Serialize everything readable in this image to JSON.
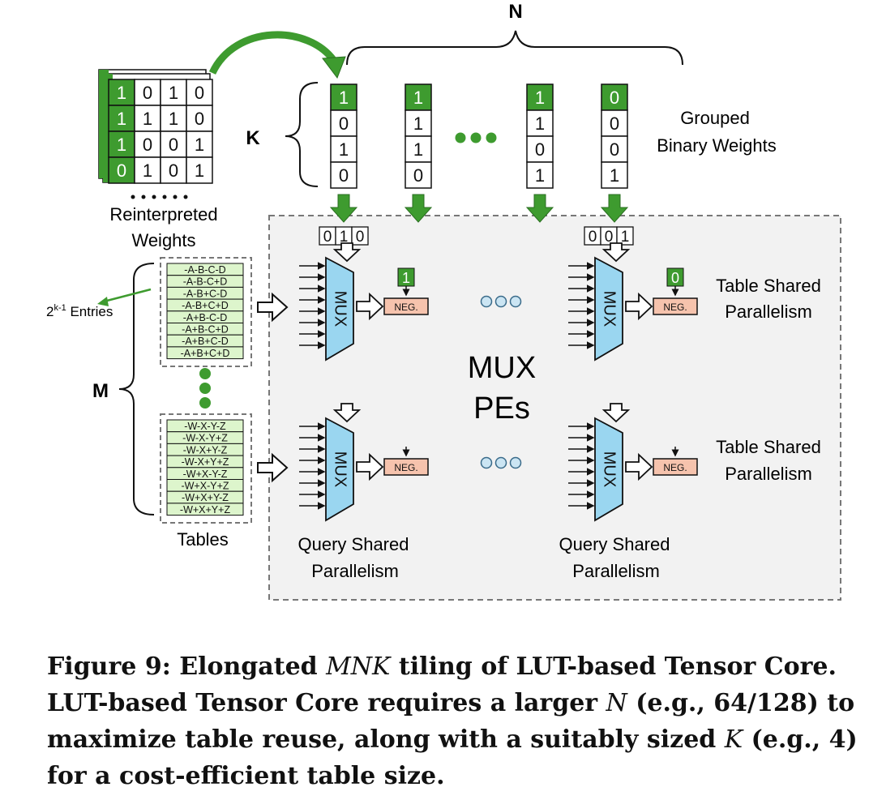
{
  "labels": {
    "n": "N",
    "k": "K",
    "m": "M",
    "grouped_line1": "Grouped",
    "grouped_line2": "Binary Weights",
    "reinterp_line1": "Reinterpreted",
    "reinterp_line2": "Weights",
    "entries_base": "2",
    "entries_exp": "k-1",
    "entries_suffix": " Entries",
    "tables": "Tables",
    "mux_pes_line1": "MUX",
    "mux_pes_line2": "PEs",
    "table_shared_line1": "Table Shared",
    "table_shared_line2": "Parallelism",
    "query_shared_line1": "Query Shared",
    "query_shared_line2": "Parallelism",
    "mux": "MUX",
    "neg": "NEG."
  },
  "reinterpreted_matrix": [
    [
      "1",
      "0",
      "1",
      "0"
    ],
    [
      "1",
      "1",
      "1",
      "0"
    ],
    [
      "1",
      "0",
      "0",
      "1"
    ],
    [
      "0",
      "1",
      "0",
      "1"
    ]
  ],
  "weight_columns": [
    [
      "1",
      "0",
      "1",
      "0"
    ],
    [
      "1",
      "1",
      "1",
      "0"
    ],
    [
      "1",
      "1",
      "0",
      "1"
    ],
    [
      "0",
      "0",
      "0",
      "1"
    ]
  ],
  "selectors": [
    "010",
    "001"
  ],
  "sign_bits": [
    "1",
    "0"
  ],
  "table_top": [
    "-A-B-C-D",
    "-A-B-C+D",
    "-A-B+C-D",
    "-A-B+C+D",
    "-A+B-C-D",
    "-A+B-C+D",
    "-A+B+C-D",
    "-A+B+C+D"
  ],
  "table_bottom": [
    "-W-X-Y-Z",
    "-W-X-Y+Z",
    "-W-X+Y-Z",
    "-W-X+Y+Z",
    "-W+X-Y-Z",
    "-W+X-Y+Z",
    "-W+X+Y-Z",
    "-W+X+Y+Z"
  ],
  "caption": {
    "prefix": "Figure 9: Elongated ",
    "var_mnk": "MNK",
    "line1_rest": " tiling of LUT-based Tensor Core.",
    "line2_a": "LUT-based Tensor Core requires a larger ",
    "var_n": "N",
    "line2_b": " (e.g., 64/128) to",
    "line3_a": "maximize table reuse, along with a suitably sized ",
    "var_k": "K",
    "line3_b": " (e.g., 4)",
    "line4": "for a cost-efficient table size."
  },
  "colors": {
    "green": "#3e9b2f",
    "light_green": "#ddf5cc",
    "mux_blue": "#9ad6f0",
    "neg_orange": "#f6c3ad",
    "dot_blue": "#cbe5f3",
    "panel_gray": "#f2f2f2"
  }
}
